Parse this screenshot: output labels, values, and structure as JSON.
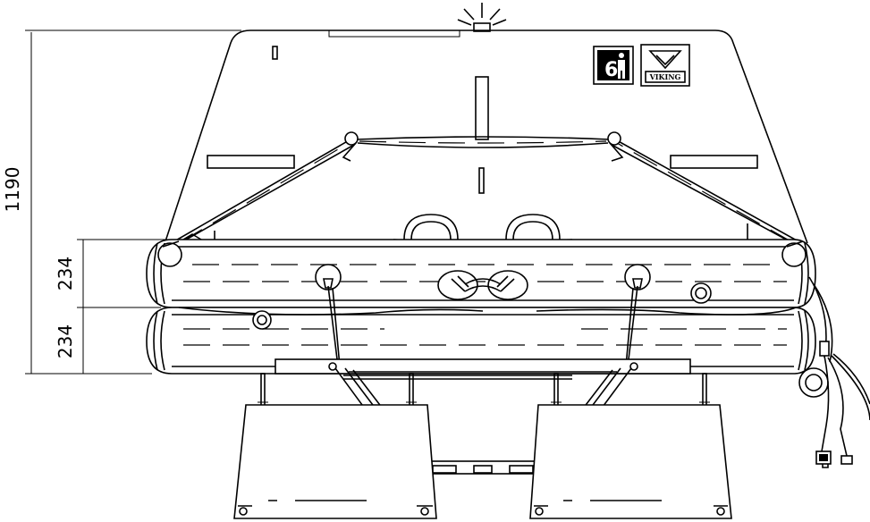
{
  "dimensions": {
    "overall_height": "1190",
    "upper_tube_height": "234",
    "lower_tube_height": "234"
  },
  "labels": {
    "brand": "VIKING",
    "capacity": "6"
  },
  "icons": [
    "person-icon",
    "viking-logo-icon",
    "light-icon",
    "valve-icon"
  ]
}
